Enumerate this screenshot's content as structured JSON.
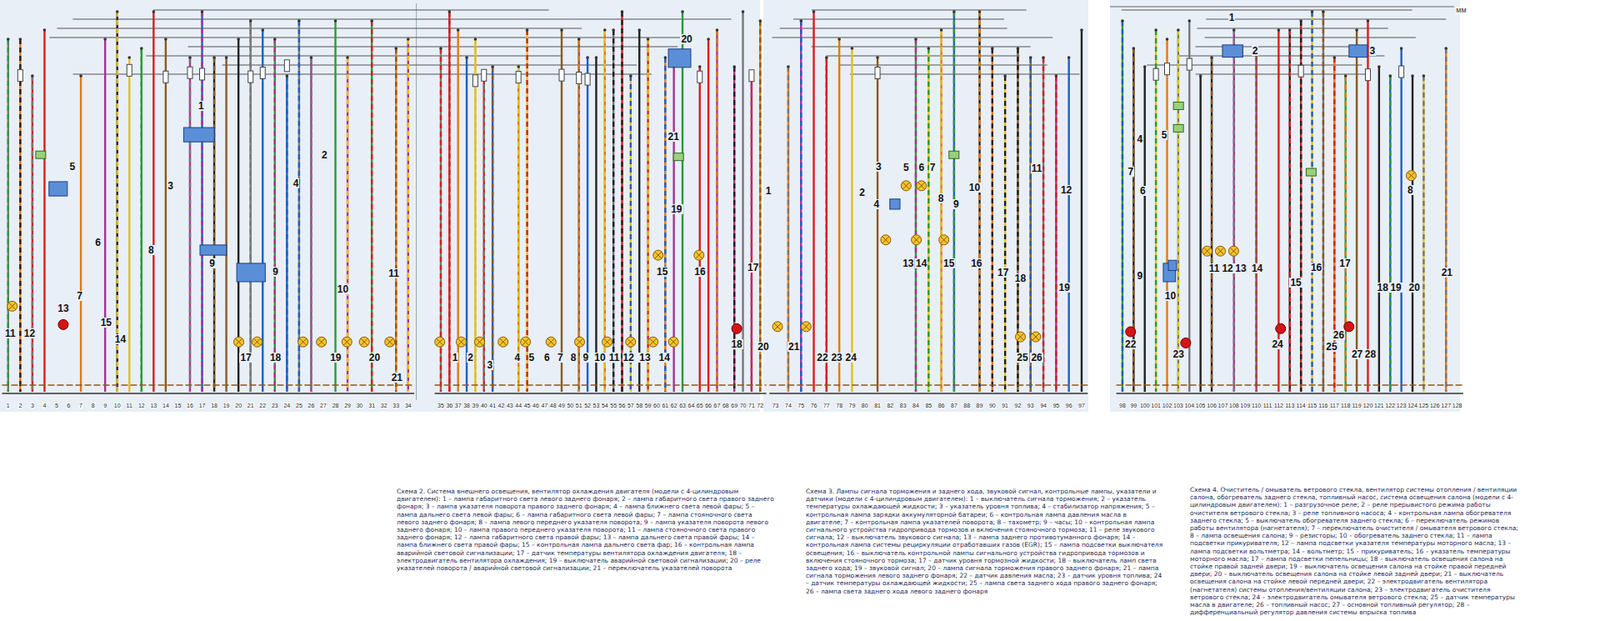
{
  "diagram": {
    "labels": [
      "1",
      "2",
      "3",
      "4",
      "5",
      "6",
      "7",
      "8",
      "9",
      "10",
      "11",
      "11",
      "12",
      "13",
      "15",
      "14",
      "17",
      "18",
      "19",
      "20",
      "21",
      "9",
      "1",
      "2",
      "3",
      "4",
      "5",
      "6",
      "7",
      "8",
      "9",
      "10",
      "11",
      "12",
      "13",
      "14",
      "15",
      "16",
      "17",
      "18",
      "19",
      "20",
      "21",
      "1",
      "2",
      "3",
      "4",
      "5",
      "6",
      "7",
      "8",
      "9",
      "10",
      "11",
      "12",
      "13",
      "14",
      "15",
      "16",
      "17",
      "18",
      "19",
      "20",
      "21",
      "22",
      "23",
      "24",
      "25",
      "26",
      "1",
      "2",
      "3",
      "4",
      "5",
      "6",
      "7",
      "8",
      "9",
      "10",
      "11",
      "12",
      "13",
      "14",
      "15",
      "16",
      "17",
      "18",
      "19",
      "20",
      "21",
      "22",
      "23",
      "24",
      "25",
      "26",
      "27",
      "28",
      "мм",
      "1",
      "2",
      "3",
      "4",
      "5",
      "6",
      "7",
      "8",
      "9",
      "10",
      "11",
      "12",
      "13",
      "14",
      "15",
      "16",
      "17",
      "18",
      "19",
      "20",
      "21",
      "22",
      "23",
      "24",
      "25",
      "26",
      "27",
      "28",
      "29",
      "30",
      "31",
      "32",
      "33",
      "34",
      "35",
      "36",
      "37",
      "38",
      "39",
      "40",
      "41",
      "42",
      "43",
      "44",
      "45",
      "46",
      "47",
      "48",
      "49",
      "50",
      "51",
      "52",
      "53",
      "54",
      "55",
      "56",
      "57",
      "58",
      "59",
      "60",
      "61",
      "62",
      "63",
      "64",
      "65",
      "66",
      "67",
      "68",
      "69",
      "70",
      "71",
      "72",
      "73",
      "74",
      "75",
      "76",
      "77",
      "78",
      "79",
      "80",
      "81",
      "82",
      "83",
      "84",
      "85",
      "86",
      "87",
      "88",
      "89",
      "90",
      "91",
      "92",
      "93",
      "94",
      "95",
      "96",
      "97",
      "98",
      "99",
      "100",
      "101",
      "102",
      "103",
      "104",
      "105",
      "106",
      "107",
      "108",
      "109",
      "110",
      "111",
      "112",
      "113",
      "114",
      "115",
      "116",
      "117",
      "118",
      "119",
      "120",
      "121",
      "122",
      "123",
      "124",
      "125",
      "126",
      "127",
      "128",
      "Схема 2. Система внешнего освещения, вентилятор охлаждения двигателя (модели с 4-цилиндровым двигателем): 1 – лампа габаритного света левого заднего фонаря; 2 – лампа габаритного света правого заднего фонаря; 3 – лампа указателя поворота правого заднего фонаря; 4 – лампа ближнего света левой фары; 5 – лампа дальнего света левой фары; 6 – лампа габаритного света левой фары; 7 – лампа стояночного света левого заднего фонаря; 8 – лампа левого переднего указателя поворота; 9 – лампа указателя поворота левого заднего фонаря; 10 – лампа правого переднего указателя поворота; 11 – лампа стояночного света правого заднего фонаря; 12 – лампа габаритного света правой фары; 13 – лампа дальнего света правой фары; 14 – лампа ближнего света правой фары; 15 – контрольная лампа дальнего света фар; 16 – контрольная лампа аварийной световой сигнализации; 17 – датчик температуры вентилятора охлаждения двигателя; 18 – электродвигатель вентилятора охлаждения; 19 – выключатель аварийной световой сигнализации; 20 – реле указателей поворота / аварийной световой сигнализации; 21 – переключатель указателей поворота",
      "Схема 3. Лампы сигнала торможения и заднего хода, звуковой сигнал, контрольные лампы, указатели и датчики (модели с 4-цилиндровым двигателем): 1 – выключатель сигнала торможения; 2 – указатель температуры охлаждающей жидкости; 3 – указатель уровня топлива; 4 – стабилизатор напряжения; 5 – контрольная лампа зарядки аккумуляторной батареи; 6 – контрольная лампа давления масла в двигателе; 7 – контрольная лампа указателей поворота; 8 – тахометр; 9 – часы; 10 – контрольная лампа сигнального устройства гидропривода тормозов и включения стояночного тормоза; 11 – реле звукового сигнала; 12 – выключатель звукового сигнала; 13 – лампа заднего противотуманного фонаря; 14 – контрольная лампа системы рециркуляции отработавших газов (EGR); 15 – лампа подсветки выключателя освещения; 16 – выключатель контрольной лампы сигнального устройства гидропривода тормозов и включения стояночного тормоза; 17 – датчик уровня тормозной жидкости; 18 – выключатель ламп света заднего хода; 19 – звуковой сигнал; 20 – лампа сигнала торможения правого заднего фонаря; 21 – лампа сигнала торможения левого заднего фонаря; 22 – датчик давления масла; 23 – датчик уровня топлива; 24 – датчик температуры охлаждающей жидкости; 25 – лампа света заднего хода правого заднего фонаря; 26 – лампа света заднего хода левого заднего фонаря",
      "Схема 4. Очиститель / омыватель ветрового стекла, вентилятор системы отопления / вентиляции салона, обогреватель заднего стекла, топливный насос, система освещения салона (модели с 4-цилиндровым двигателем): 1 – разгрузочное реле; 2 – реле прерывистого режима работы очистителя ветрового стекла; 3 – реле топливного насоса; 4 – контрольная лампа обогревателя заднего стекла; 5 – выключатель обогревателя заднего стекла; 6 – переключатель режимов работы вентилятора (нагнетателя); 7 – переключатель очистителя / омывателя ветрового стекла; 8 – лампа освещения салона; 9 – резисторы; 10 – обогреватель заднего стекла; 11 – лампа подсветки прикуривателя; 12 – лампа подсветки указателя температуры моторного масла; 13 – лампа подсветки вольтметра; 14 – вольтметр; 15 – прикуриватель; 16 – указатель температуры моторного масла; 17 – лампа подсветки пепельницы; 18 – выключатель освещения салона на стойке правой задней двери; 19 – выключатель освещения салона на стойке правой передней двери; 20 – выключатель освещения салона на стойке левой задней двери; 21 – выключатель освещения салона на стойке левой передней двери; 22 – электродвигатель вентилятора (нагнетателя) системы отопления/вентиляции салона; 23 – электродвигатель очистителя ветрового стекла; 24 – электродвигатель омывателя ветрового стекла; 25 – датчик температуры масла в двигателе; 26 – топливный насос; 27 – основной топливный регулятор; 28 – дифференциальный регулятор давления системы впрыска топлива"
    ]
  }
}
